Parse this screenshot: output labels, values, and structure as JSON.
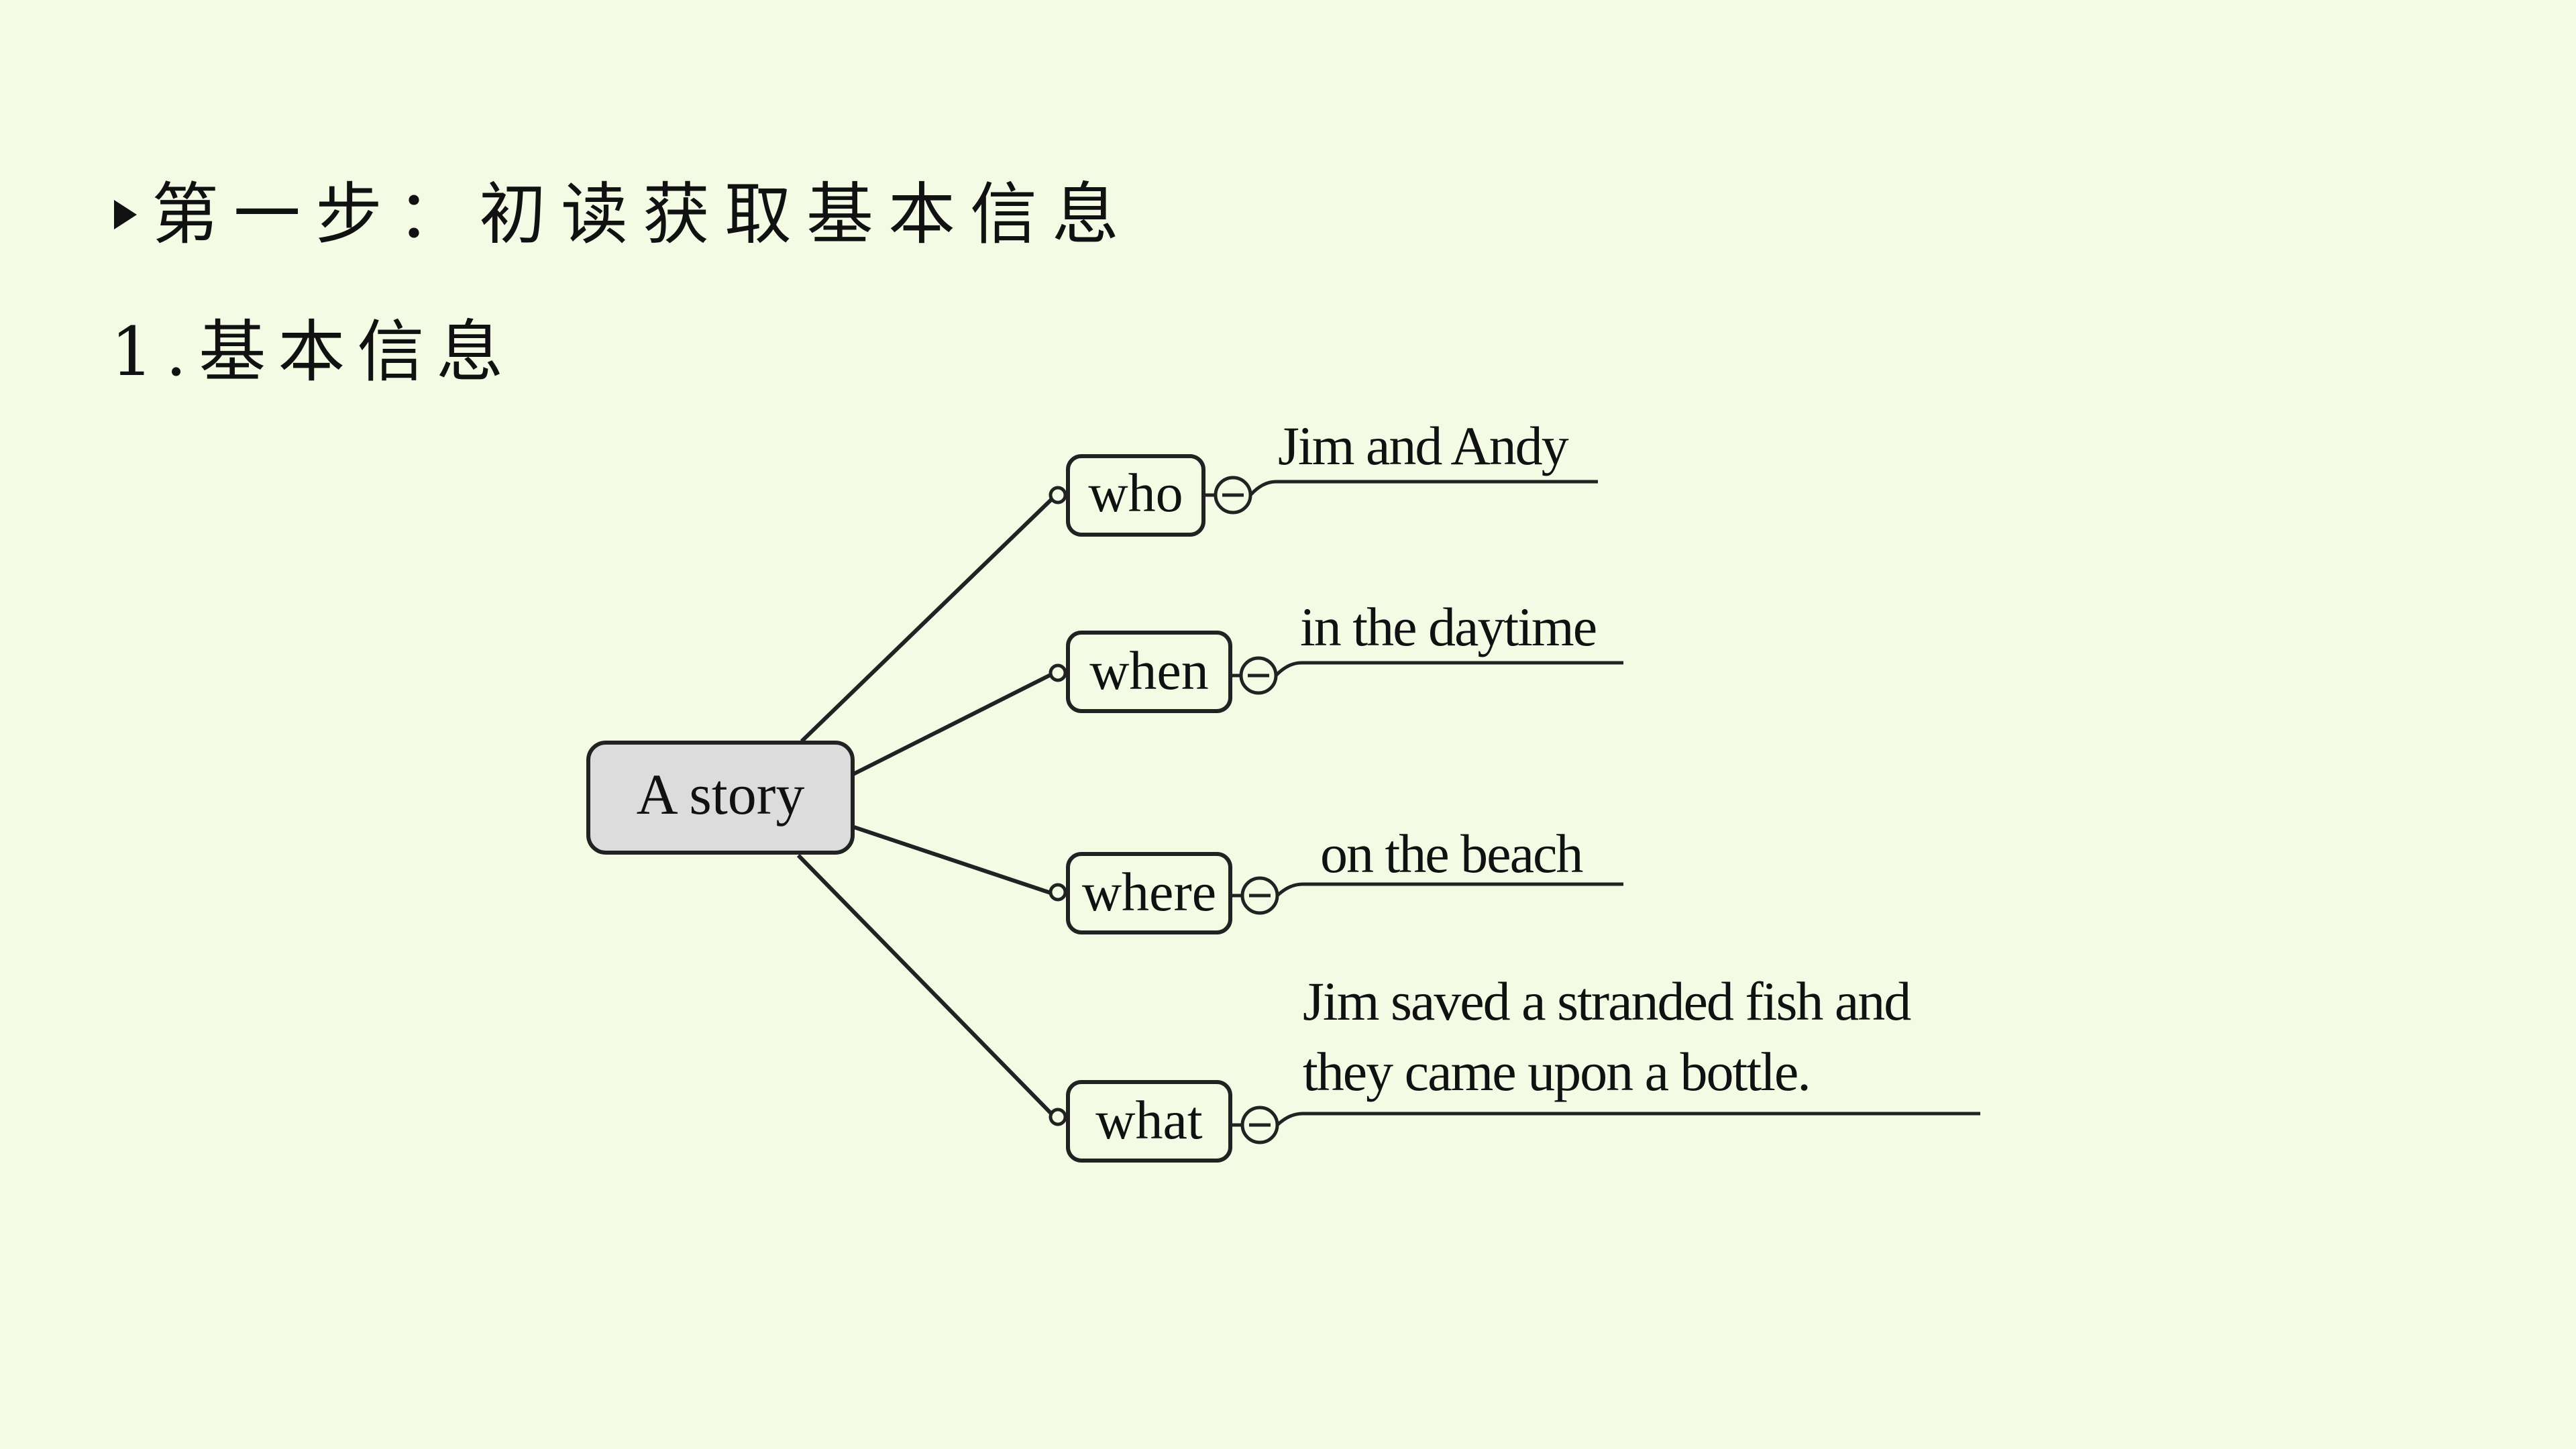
{
  "heading": {
    "marker": "triangle-bullet-icon",
    "title": "第一步：初读获取基本信息"
  },
  "subheading": {
    "number": "1.",
    "title": "基本信息"
  },
  "mindmap": {
    "root": "A story",
    "branches": [
      {
        "key": "who",
        "answer_lines": [
          "Jim and Andy"
        ]
      },
      {
        "key": "when",
        "answer_lines": [
          "in the daytime"
        ]
      },
      {
        "key": "where",
        "answer_lines": [
          "on the beach"
        ]
      },
      {
        "key": "what",
        "answer_lines": [
          "Jim saved a stranded fish and",
          "they came upon a bottle."
        ]
      }
    ],
    "colors": {
      "background": "#f4fbe5",
      "root_fill": "#dcdcdc",
      "stroke": "#222222"
    }
  }
}
